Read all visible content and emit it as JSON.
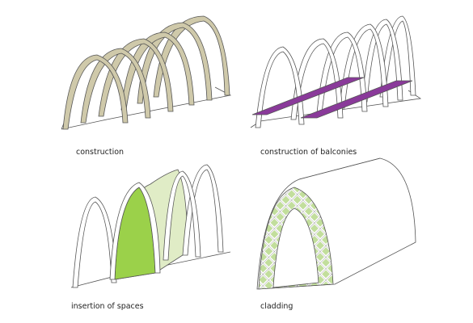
{
  "captions": {
    "construction": "construction",
    "balconies": "construction of balconies",
    "spaces": "insertion of spaces",
    "cladding": "cladding"
  },
  "colors": {
    "timber": "#cfc9aa",
    "outline": "#555555",
    "balcony": "#8a3a9a",
    "space_front": "#9bd14a",
    "space_body": "#e0ecc6",
    "lattice": "#8fc34a"
  },
  "icons": {
    "construction": "timber-arch-frame-icon",
    "balconies": "arch-frame-with-balconies-icon",
    "spaces": "arch-frame-with-inserted-space-icon",
    "cladding": "clad-vault-icon"
  }
}
